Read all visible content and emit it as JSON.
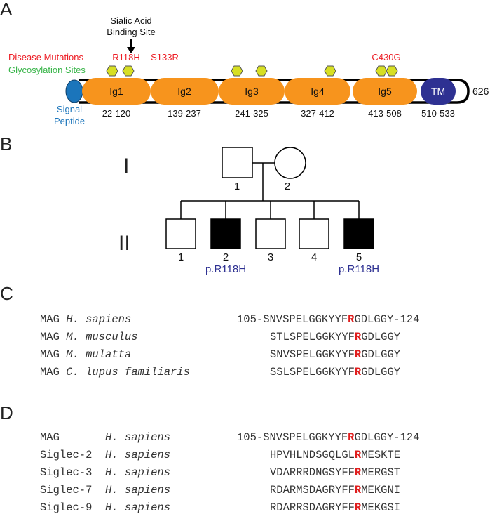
{
  "panels": [
    "A",
    "B",
    "C",
    "D"
  ],
  "panel_a": {
    "sialic_label_line1": "Sialic Acid",
    "sialic_label_line2": "Binding Site",
    "legend_disease": "Disease Mutations",
    "legend_glyco": "Glycosylation Sites",
    "mutations": [
      "R118H",
      "S133R",
      "C430G"
    ],
    "domains": [
      {
        "label": "Ig1",
        "range": "22-120"
      },
      {
        "label": "Ig2",
        "range": "139-237"
      },
      {
        "label": "Ig3",
        "range": "241-325"
      },
      {
        "label": "Ig4",
        "range": "327-412"
      },
      {
        "label": "Ig5",
        "range": "413-508"
      },
      {
        "label": "TM",
        "range": "510-533"
      }
    ],
    "signal_line1": "Signal",
    "signal_line2": "Peptide",
    "end_number": "626",
    "colors": {
      "domain": "#f7941d",
      "tm": "#2e3192",
      "signal": "#1b75bb",
      "glyco": "#d7df23",
      "mutation": "#ed1c24",
      "legend_glyco": "#39b54a"
    }
  },
  "panel_b": {
    "generations": [
      "I",
      "II"
    ],
    "gen1": [
      {
        "number": "1",
        "shape": "square",
        "affected": false
      },
      {
        "number": "2",
        "shape": "circle",
        "affected": false
      }
    ],
    "gen2": [
      {
        "number": "1",
        "affected": false,
        "variant": ""
      },
      {
        "number": "2",
        "affected": true,
        "variant": "p.R118H"
      },
      {
        "number": "3",
        "affected": false,
        "variant": ""
      },
      {
        "number": "4",
        "affected": false,
        "variant": ""
      },
      {
        "number": "5",
        "affected": true,
        "variant": "p.R118H"
      }
    ],
    "variant_color": "#2e3192"
  },
  "panel_c": {
    "rows": [
      {
        "gene": "MAG",
        "species": "H. sapiens",
        "before": "105-SNVSPELGGKYYF",
        "residue": "R",
        "after": "GDLGGY-124"
      },
      {
        "gene": "MAG",
        "species": "M. musculus",
        "before": "STLSPELGGKYYF",
        "residue": "R",
        "after": "GDLGGY"
      },
      {
        "gene": "MAG",
        "species": "M. mulatta",
        "before": "SNVSPELGGKYYF",
        "residue": "R",
        "after": "GDLGGY"
      },
      {
        "gene": "MAG",
        "species": "C. lupus familiaris",
        "before": "SSLSPELGGKYYF",
        "residue": "R",
        "after": "GDLGGY"
      }
    ]
  },
  "panel_d": {
    "rows": [
      {
        "gene": "MAG",
        "species": "H. sapiens",
        "before": "105-SNVSPELGGKYYF",
        "residue": "R",
        "after": "GDLGGY-124"
      },
      {
        "gene": "Siglec-2",
        "species": "H. sapiens",
        "before": "HPVHLNDSGQLGL",
        "residue": "R",
        "after": "MESKTE"
      },
      {
        "gene": "Siglec-3",
        "species": "H. sapiens",
        "before": "VDARRRDNGSYFF",
        "residue": "R",
        "after": "MERGST"
      },
      {
        "gene": "Siglec-7",
        "species": "H. sapiens",
        "before": "RDARMSDAGRYFF",
        "residue": "R",
        "after": "MEKGNI"
      },
      {
        "gene": "Siglec-9",
        "species": "H. sapiens",
        "before": "RDARRSDAGRYFF",
        "residue": "R",
        "after": "MEKGSI"
      }
    ]
  }
}
